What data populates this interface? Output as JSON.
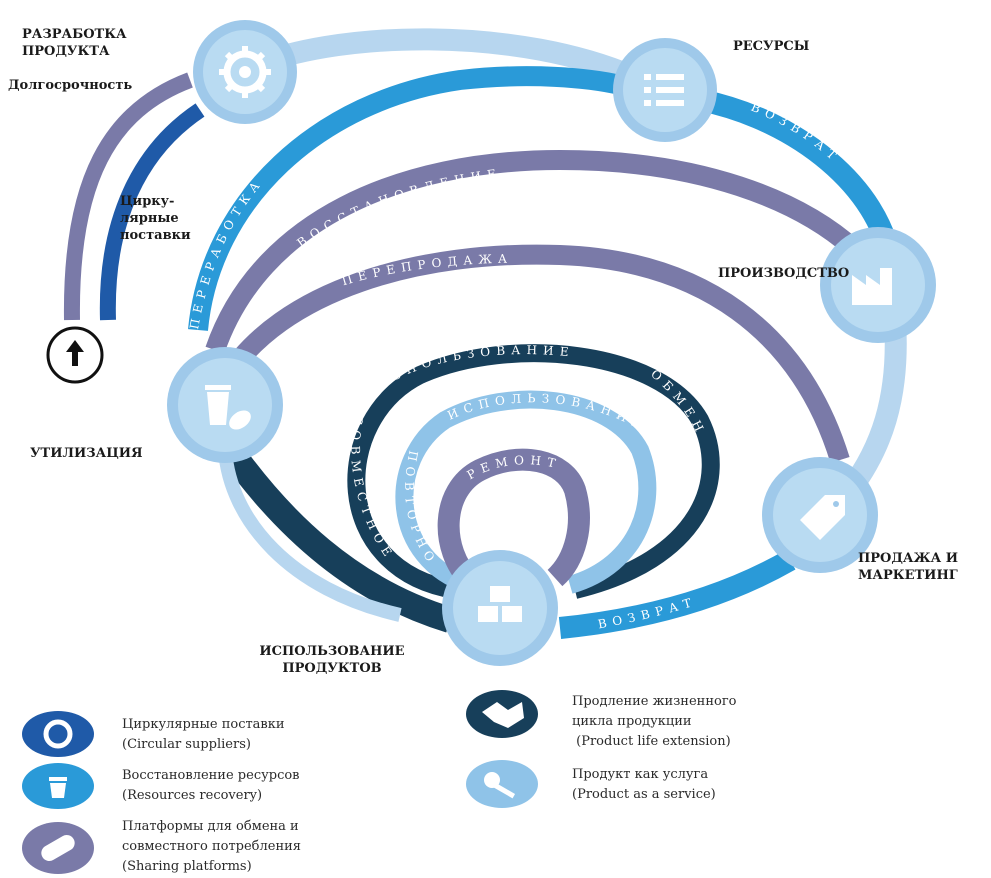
{
  "colors": {
    "circular_suppliers": "#1f5aa8",
    "resources_recovery": "#2a9ad8",
    "sharing_platforms": "#7a7aa8",
    "product_life_extension": "#173f5a",
    "product_as_service": "#8fc3e8",
    "node_outer": "#9fc9ea",
    "node_inner": "#ffffff",
    "icon": "#6fa8dc"
  },
  "nodes": {
    "development": {
      "label_line1": "РАЗРАБОТКА",
      "label_line2": "ПРОДУКТА",
      "icon": "gear-icon"
    },
    "resources": {
      "label": "РЕСУРСЫ",
      "icon": "list-icon"
    },
    "production": {
      "label": "ПРОИЗВОДСТВО",
      "icon": "factory-icon"
    },
    "sales": {
      "label_line1": "ПРОДАЖА И",
      "label_line2": "МАРКЕТИНГ",
      "icon": "tag-icon"
    },
    "usage": {
      "label_line1": "ИСПОЛЬЗОВАНИЕ",
      "label_line2": "ПРОДУКТОВ",
      "icon": "boxes-icon"
    },
    "disposal": {
      "label": "УТИЛИЗАЦИЯ",
      "icon": "recycle-bin-icon"
    }
  },
  "side_labels": {
    "longevity": "Долгосрочность",
    "circular_line1": "Цирку-",
    "circular_line2": "лярные",
    "circular_line3": "поставки"
  },
  "arc_labels": {
    "processing": "ПЕРЕРАБОТКА",
    "restoration": "ВОССТАНОВЛЕНИЕ",
    "resale": "ПЕРЕПРОДАЖА",
    "return_top": "ВОЗВРАТ",
    "return_bottom": "ВОЗВРАТ",
    "usage_outer": "ИСПОЛЬЗОВАНИЕ",
    "exchange": "ОБМЕН",
    "shared": "СОВМЕСТНОЕ",
    "usage_inner": "ИСПОЛЬЗОВАНИЕ",
    "joint": "ПОВТОРНОЕ",
    "repair": "РЕМОНТ"
  },
  "legend": [
    {
      "line1": "Циркулярные поставки",
      "line2": "(Circular suppliers)",
      "icon": "lifebuoy-icon"
    },
    {
      "line1": "Восстановление ресурсов",
      "line2": "(Resources recovery)",
      "icon": "trash-can-icon"
    },
    {
      "line1": "Платформы для обмена и",
      "line2": "совместного потребления",
      "line3": "(Sharing platforms)",
      "icon": "pill-icon"
    },
    {
      "line1": "Продление жизненного",
      "line2": "цикла продукции",
      "line3": " (Product life extension)",
      "icon": "handshake-icon"
    },
    {
      "line1": "Продукт как услуга",
      "line2": "(Product as a service)",
      "icon": "key-icon"
    }
  ]
}
